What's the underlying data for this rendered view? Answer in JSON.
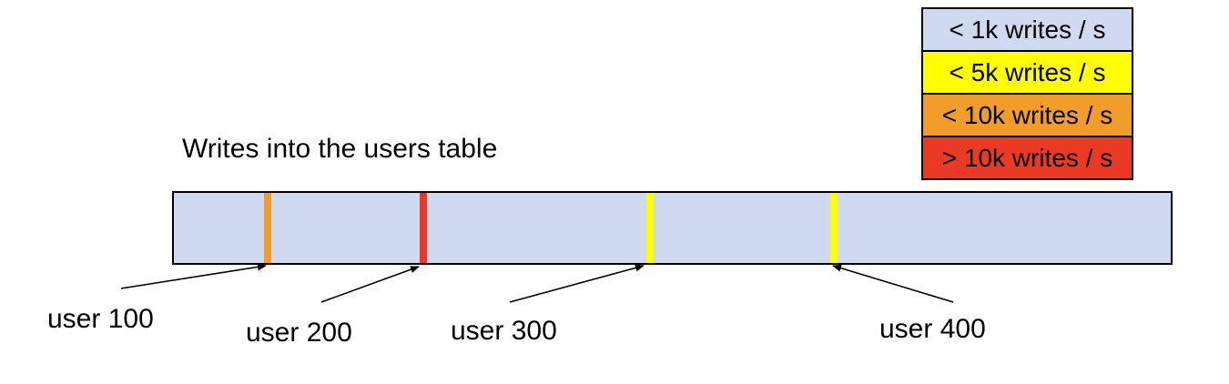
{
  "title": "Writes into the users table",
  "legend": {
    "items": [
      {
        "label": "< 1k writes / s",
        "color": "#cfdaf0"
      },
      {
        "label": "< 5k writes / s",
        "color": "#ffff00"
      },
      {
        "label": "< 10k writes / s",
        "color": "#f19d2c"
      },
      {
        "label": "> 10k writes / s",
        "color": "#ea3a23"
      }
    ]
  },
  "bar": {
    "fill_color": "#cfdaf0",
    "border_color": "#000000"
  },
  "markers": [
    {
      "label": "user 100",
      "color": "#f19d2c"
    },
    {
      "label": "user 200",
      "color": "#ea3a23"
    },
    {
      "label": "user 300",
      "color": "#ffff00"
    },
    {
      "label": "user 400",
      "color": "#ffff00"
    }
  ]
}
